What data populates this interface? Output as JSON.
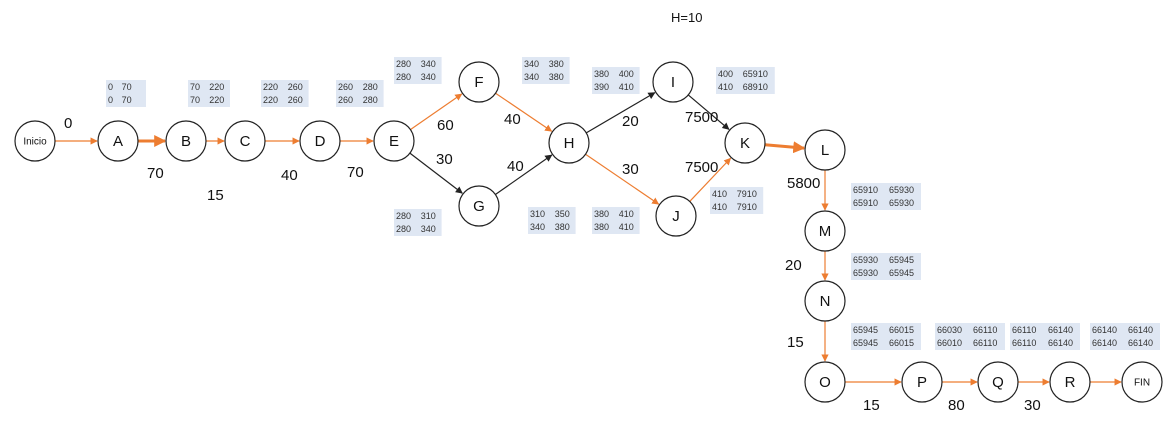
{
  "header": "H=10",
  "colors": {
    "orange": "#ED7D31",
    "black": "#222222",
    "box": "#dfe7f3"
  },
  "nodes": [
    {
      "id": "INICIO",
      "label": "Inicio"
    },
    {
      "id": "A",
      "label": "A"
    },
    {
      "id": "B",
      "label": "B"
    },
    {
      "id": "C",
      "label": "C"
    },
    {
      "id": "D",
      "label": "D"
    },
    {
      "id": "E",
      "label": "E"
    },
    {
      "id": "F",
      "label": "F"
    },
    {
      "id": "G",
      "label": "G"
    },
    {
      "id": "H",
      "label": "H"
    },
    {
      "id": "I",
      "label": "I"
    },
    {
      "id": "J",
      "label": "J"
    },
    {
      "id": "K",
      "label": "K"
    },
    {
      "id": "L",
      "label": "L"
    },
    {
      "id": "M",
      "label": "M"
    },
    {
      "id": "N",
      "label": "N"
    },
    {
      "id": "O",
      "label": "O"
    },
    {
      "id": "P",
      "label": "P"
    },
    {
      "id": "Q",
      "label": "Q"
    },
    {
      "id": "R",
      "label": "R"
    },
    {
      "id": "FIN",
      "label": "FIN"
    }
  ],
  "edges": [
    {
      "from": "INICIO",
      "to": "A",
      "color": "orange",
      "thick": false
    },
    {
      "from": "A",
      "to": "B",
      "color": "orange",
      "thick": true
    },
    {
      "from": "B",
      "to": "C",
      "color": "orange",
      "thick": false
    },
    {
      "from": "C",
      "to": "D",
      "color": "orange",
      "thick": false
    },
    {
      "from": "D",
      "to": "E",
      "color": "orange",
      "thick": false
    },
    {
      "from": "E",
      "to": "F",
      "color": "orange",
      "thick": false
    },
    {
      "from": "E",
      "to": "G",
      "color": "black",
      "thick": false
    },
    {
      "from": "F",
      "to": "H",
      "color": "orange",
      "thick": false
    },
    {
      "from": "G",
      "to": "H",
      "color": "black",
      "thick": false
    },
    {
      "from": "H",
      "to": "I",
      "color": "black",
      "thick": false
    },
    {
      "from": "H",
      "to": "J",
      "color": "orange",
      "thick": false
    },
    {
      "from": "I",
      "to": "K",
      "color": "black",
      "thick": false
    },
    {
      "from": "J",
      "to": "K",
      "color": "orange",
      "thick": false
    },
    {
      "from": "K",
      "to": "L",
      "color": "orange",
      "thick": true
    },
    {
      "from": "L",
      "to": "M",
      "color": "orange",
      "thick": false
    },
    {
      "from": "M",
      "to": "N",
      "color": "orange",
      "thick": false
    },
    {
      "from": "N",
      "to": "O",
      "color": "orange",
      "thick": false
    },
    {
      "from": "O",
      "to": "P",
      "color": "orange",
      "thick": false
    },
    {
      "from": "P",
      "to": "Q",
      "color": "orange",
      "thick": false
    },
    {
      "from": "Q",
      "to": "R",
      "color": "orange",
      "thick": false
    },
    {
      "from": "R",
      "to": "FIN",
      "color": "orange",
      "thick": false
    }
  ],
  "edge_labels": [
    {
      "id": "inicio-a",
      "text": "0"
    },
    {
      "id": "a-b",
      "text": "70"
    },
    {
      "id": "b-c",
      "text": "15"
    },
    {
      "id": "c-d",
      "text": "40"
    },
    {
      "id": "d-e",
      "text": "70"
    },
    {
      "id": "e-f",
      "text": "60"
    },
    {
      "id": "e-g",
      "text": "30"
    },
    {
      "id": "f-h",
      "text": "40"
    },
    {
      "id": "g-h",
      "text": "40"
    },
    {
      "id": "h-i",
      "text": "20"
    },
    {
      "id": "h-j",
      "text": "30"
    },
    {
      "id": "i-k",
      "text": "7500"
    },
    {
      "id": "j-k",
      "text": "7500"
    },
    {
      "id": "l-m",
      "text": "5800"
    },
    {
      "id": "m-n",
      "text": "20"
    },
    {
      "id": "n-o",
      "text": "15"
    },
    {
      "id": "o-p",
      "text": "15"
    },
    {
      "id": "p-q",
      "text": "80"
    },
    {
      "id": "q-r",
      "text": "30"
    }
  ],
  "time_boxes": [
    {
      "id": "A",
      "row1": [
        "0",
        "70"
      ],
      "row2": [
        "0",
        "70"
      ]
    },
    {
      "id": "B",
      "row1": [
        "70",
        "220"
      ],
      "row2": [
        "70",
        "220"
      ]
    },
    {
      "id": "C",
      "row1": [
        "220",
        "260"
      ],
      "row2": [
        "220",
        "260"
      ]
    },
    {
      "id": "D",
      "row1": [
        "260",
        "280"
      ],
      "row2": [
        "260",
        "280"
      ]
    },
    {
      "id": "F",
      "row1": [
        "280",
        "340"
      ],
      "row2": [
        "280",
        "340"
      ]
    },
    {
      "id": "G",
      "row1": [
        "280",
        "310"
      ],
      "row2": [
        "280",
        "340"
      ]
    },
    {
      "id": "H_top",
      "row1": [
        "340",
        "380"
      ],
      "row2": [
        "340",
        "380"
      ]
    },
    {
      "id": "H_bottom",
      "row1": [
        "310",
        "350"
      ],
      "row2": [
        "340",
        "380"
      ]
    },
    {
      "id": "I",
      "row1": [
        "380",
        "400"
      ],
      "row2": [
        "390",
        "410"
      ]
    },
    {
      "id": "J",
      "row1": [
        "380",
        "410"
      ],
      "row2": [
        "380",
        "410"
      ]
    },
    {
      "id": "K_top",
      "row1": [
        "400",
        "65910"
      ],
      "row2": [
        "410",
        "68910"
      ]
    },
    {
      "id": "K_bottom",
      "row1": [
        "410",
        "7910"
      ],
      "row2": [
        "410",
        "7910"
      ]
    },
    {
      "id": "M",
      "row1": [
        "65910",
        "65930"
      ],
      "row2": [
        "65910",
        "65930"
      ]
    },
    {
      "id": "N",
      "row1": [
        "65930",
        "65945"
      ],
      "row2": [
        "65930",
        "65945"
      ]
    },
    {
      "id": "O",
      "row1": [
        "65945",
        "66015"
      ],
      "row2": [
        "65945",
        "66015"
      ]
    },
    {
      "id": "P",
      "row1": [
        "66030",
        "66110"
      ],
      "row2": [
        "66010",
        "66110"
      ]
    },
    {
      "id": "Q",
      "row1": [
        "66110",
        "66140"
      ],
      "row2": [
        "66110",
        "66140"
      ]
    },
    {
      "id": "R",
      "row1": [
        "66140",
        "66140"
      ],
      "row2": [
        "66140",
        "66140"
      ]
    }
  ]
}
